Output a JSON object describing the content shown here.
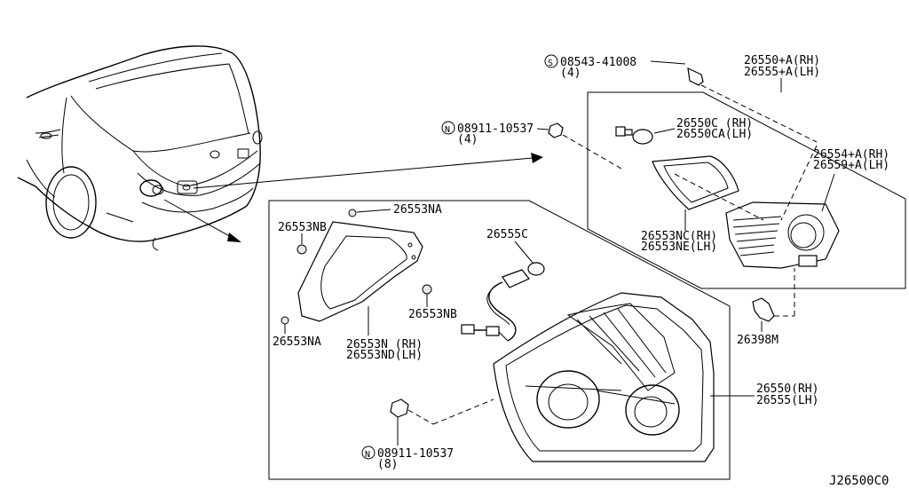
{
  "diagram_code": "J26500C0",
  "parts": {
    "screw": {
      "symbol": "S",
      "number": "08543-41008",
      "qty": "(4)"
    },
    "nut_top": {
      "symbol": "N",
      "number": "08911-10537",
      "qty": "(4)"
    },
    "nut_bottom": {
      "symbol": "N",
      "number": "08911-10537",
      "qty": "(8)"
    },
    "inner_lamp": {
      "rh": "26550+A(RH)",
      "lh": "26555+A(LH)"
    },
    "inner_bulb": {
      "rh": "26550C (RH)",
      "lh": "26550CA(LH)"
    },
    "inner_housing": {
      "rh": "26554+A(RH)",
      "lh": "26559+A(LH)"
    },
    "inner_gasket": {
      "rh": "26553NC(RH)",
      "lh": "26553NE(LH)"
    },
    "clip": "26398M",
    "socket": "26555C",
    "grommet_na_top": "26553NA",
    "grommet_na_left": "26553NA",
    "grommet_nb_left": "26553NB",
    "grommet_nb_right": "26553NB",
    "gasket": {
      "rh": "26553N (RH)",
      "lh": "26553ND(LH)"
    },
    "rear_lamp": {
      "rh": "26550(RH)",
      "lh": "26555(LH)"
    }
  }
}
